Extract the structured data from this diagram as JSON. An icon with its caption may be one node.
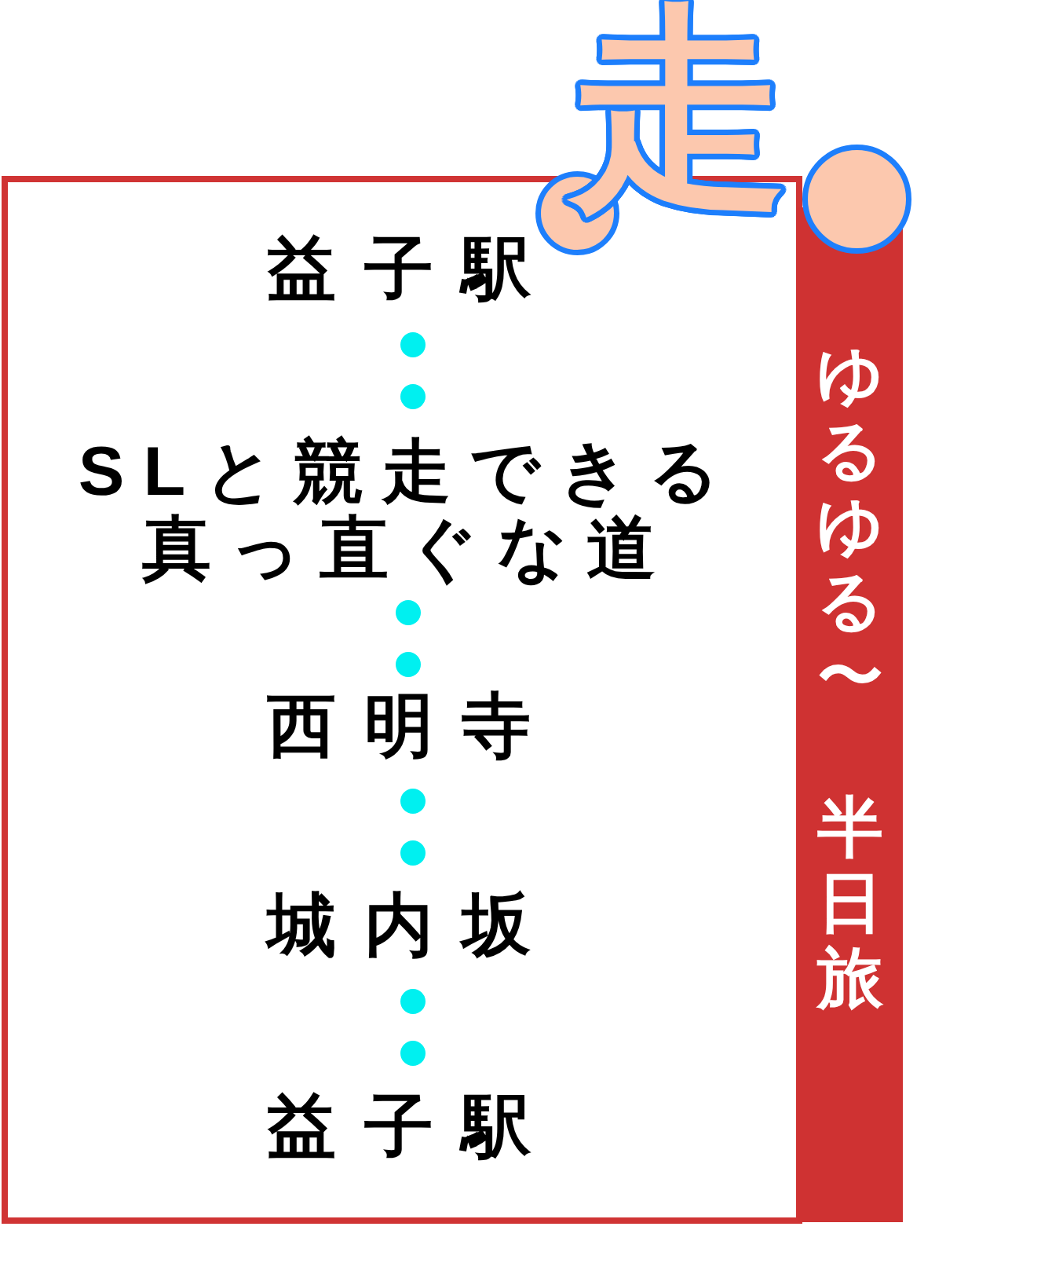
{
  "diagram": {
    "title": "走",
    "nodes": [
      {
        "text": [],
        "shape": "box"
      },
      {
        "text": [
          "益子駅"
        ],
        "in": 0
      },
      {
        "text": [
          "SLと競走できる真っ直ぐな道"
        ],
        "in": 0
      },
      {
        "text": [
          "西明寺"
        ],
        "in": 0
      },
      {
        "text": [
          "城内坂"
        ],
        "in": 0
      },
      {
        "text": [
          "益子駅"
        ],
        "in": 0
      },
      {
        "text": [
          "ゆるゆる〜",
          "半日旅"
        ]
      }
    ],
    "edges": [
      {
        "from": 1,
        "to": 2,
        "arrow": "none"
      },
      {
        "from": 2,
        "to": 3,
        "arrow": "none"
      },
      {
        "from": 3,
        "to": 4,
        "arrow": "none"
      },
      {
        "from": 4,
        "to": 5,
        "arrow": "none"
      }
    ]
  }
}
